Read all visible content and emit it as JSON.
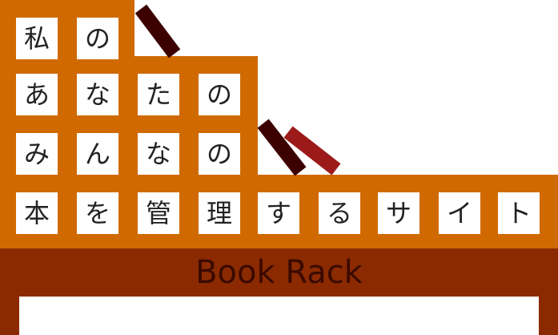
{
  "rows": [
    [
      "私",
      "の"
    ],
    [
      "あ",
      "な",
      "た",
      "の"
    ],
    [
      "み",
      "ん",
      "な",
      "の"
    ],
    [
      "本",
      "を",
      "管",
      "理",
      "す",
      "る",
      "サ",
      "イ",
      "ト"
    ]
  ],
  "base_label": "Book Rack",
  "colors": {
    "shelf": "#d06a00",
    "base": "#8b2a00",
    "book_dark": "#3d0000",
    "book_red": "#9c1a1a"
  }
}
